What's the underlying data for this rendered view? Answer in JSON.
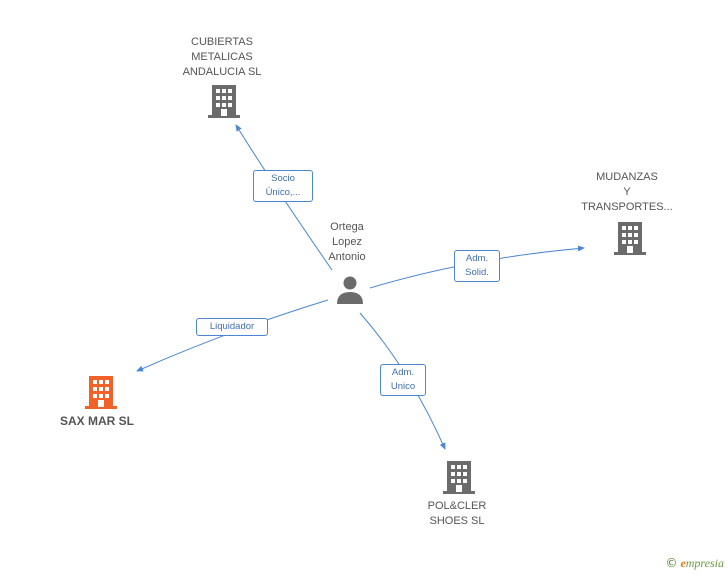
{
  "nodes": {
    "cubiertas": {
      "lines": [
        "CUBIERTAS",
        "METALICAS",
        "ANDALUCIA SL"
      ],
      "icon": "building-icon",
      "color": "#6b6b6b"
    },
    "mudanzas": {
      "lines": [
        "MUDANZAS",
        "Y",
        "TRANSPORTES..."
      ],
      "icon": "building-icon",
      "color": "#6b6b6b"
    },
    "person": {
      "lines": [
        "Ortega",
        "Lopez",
        "Antonio"
      ],
      "icon": "person-icon",
      "color": "#6b6b6b"
    },
    "sax": {
      "lines": [
        "SAX MAR SL"
      ],
      "icon": "building-icon",
      "color": "#f0622a"
    },
    "polcler": {
      "lines": [
        "POL&CLER",
        "SHOES SL"
      ],
      "icon": "building-icon",
      "color": "#6b6b6b"
    }
  },
  "edges": {
    "socio": {
      "lines": [
        "Socio",
        "Único,..."
      ]
    },
    "adm_solid": {
      "lines": [
        "Adm.",
        "Solid."
      ]
    },
    "liquidador": {
      "lines": [
        "Liquidador"
      ]
    },
    "adm_unico": {
      "lines": [
        "Adm.",
        "Unico"
      ]
    }
  },
  "colors": {
    "edge": "#4a86d4",
    "building": "#6b6b6b",
    "highlight": "#f0622a"
  },
  "footer": {
    "copyright": "©",
    "brand_initial": "e",
    "brand_rest": "mpresia"
  }
}
